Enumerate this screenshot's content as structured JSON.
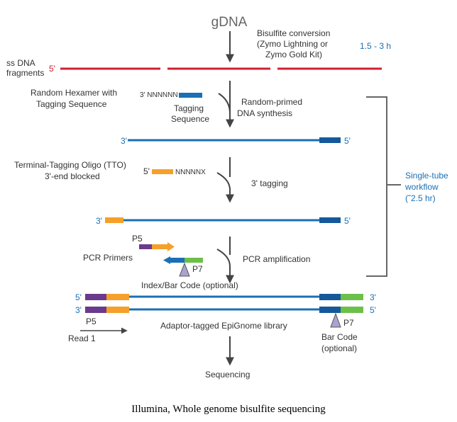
{
  "title": "gDNA",
  "steps": {
    "bisulfite": {
      "line1": "Bisulfite conversion",
      "line2": "(Zymo Lightning or",
      "line3": "Zymo Gold Kit)",
      "time": "1.5 - 3 h"
    },
    "ssdna": {
      "line1": "ss DNA",
      "line2": "fragments",
      "end5": "5'"
    },
    "hexamer": {
      "line1": "Random Hexamer with",
      "line2": "Tagging Sequence",
      "seq": "3' NNNNNN",
      "tag1": "Tagging",
      "tag2": "Sequence"
    },
    "random_primed": {
      "line1": "Random-primed",
      "line2": "DNA synthesis"
    },
    "strand1": {
      "left": "3'",
      "right": "5'"
    },
    "tto": {
      "line1": "Terminal-Tagging Oligo (TTO)",
      "line2": "3'-end blocked",
      "seq5": "5'",
      "seqN": "NNNNNX"
    },
    "tagging3": {
      "label": "3' tagging"
    },
    "strand2": {
      "left": "3'",
      "right": "5'"
    },
    "pcr": {
      "primers": "PCR Primers",
      "p5": "P5",
      "p7": "P7",
      "amplification": "PCR amplification",
      "index": "Index/Bar Code (optional)"
    },
    "library": {
      "top_left": "5'",
      "top_right": "3'",
      "bot_left": "3'",
      "bot_right": "5'",
      "p5": "P5",
      "label": "Adaptor-tagged EpiGnome library",
      "read": "Read 1",
      "p7": "P7",
      "barcode1": "Bar Code",
      "barcode2": "(optional)"
    },
    "sequencing": "Sequencing"
  },
  "workflow": {
    "line1": "Single-tube",
    "line2": "workflow",
    "line3": "(˜2.5 hr)"
  },
  "caption": "Illumina, Whole genome bisulfite sequencing",
  "colors": {
    "blue": "#1a6fb5",
    "dark_blue": "#15599a",
    "orange": "#f5a02a",
    "purple": "#6b3a8c",
    "green": "#6cc04a",
    "red": "#d0202e",
    "gray": "#444444",
    "triangle": "#a9a3cf"
  },
  "icons": [
    "down-arrow-icon",
    "curved-arrow-icon",
    "triangle-marker-icon",
    "right-arrow-icon"
  ]
}
